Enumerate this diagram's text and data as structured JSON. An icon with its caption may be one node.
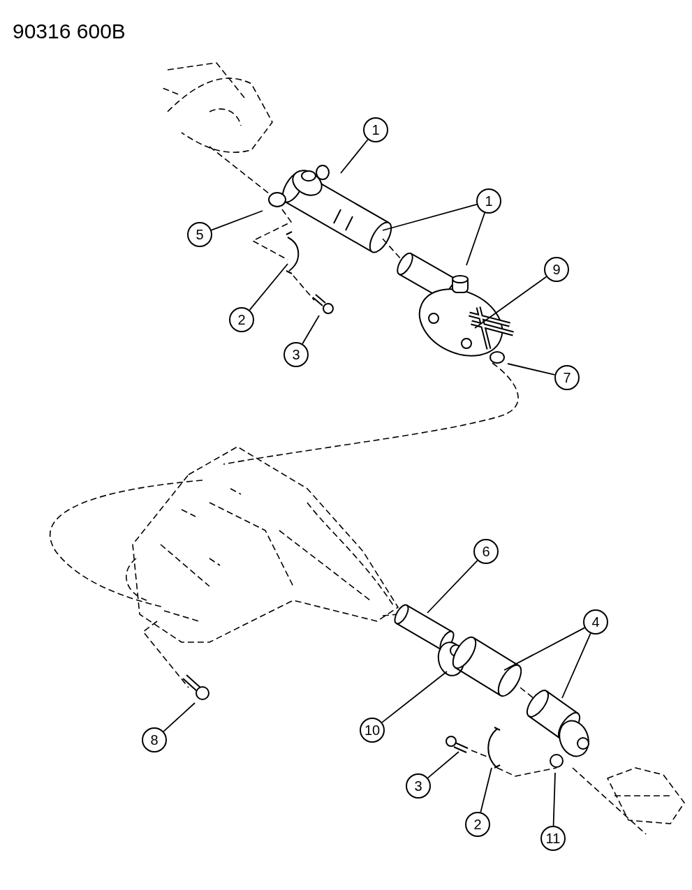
{
  "diagram": {
    "nodes": [
      {
        "text": [
          "1"
        ]
      },
      {
        "text": [
          "1"
        ]
      },
      {
        "text": [
          "5"
        ]
      },
      {
        "text": [
          "9"
        ]
      },
      {
        "text": [
          "2"
        ]
      },
      {
        "text": [
          "3"
        ]
      },
      {
        "text": [
          "7"
        ]
      },
      {
        "text": [
          "6"
        ]
      },
      {
        "text": [
          "4"
        ]
      },
      {
        "text": [
          "10"
        ]
      },
      {
        "text": [
          "8"
        ]
      },
      {
        "text": [
          "3"
        ]
      },
      {
        "text": [
          "2"
        ]
      },
      {
        "text": [
          "11"
        ]
      }
    ],
    "edges": [
      {
        "from": 0,
        "to": null,
        "arrow": "none"
      },
      {
        "from": 1,
        "to": null,
        "arrow": "none"
      },
      {
        "from": 1,
        "to": null,
        "arrow": "none"
      },
      {
        "from": 2,
        "to": null,
        "arrow": "none"
      },
      {
        "from": 3,
        "to": null,
        "arrow": "none"
      },
      {
        "from": 4,
        "to": null,
        "arrow": "none"
      },
      {
        "from": 5,
        "to": null,
        "arrow": "none"
      },
      {
        "from": 6,
        "to": null,
        "arrow": "none"
      },
      {
        "from": 7,
        "to": null,
        "arrow": "none"
      },
      {
        "from": 8,
        "to": null,
        "arrow": "none"
      },
      {
        "from": 8,
        "to": null,
        "arrow": "none"
      },
      {
        "from": 9,
        "to": null,
        "arrow": "none"
      },
      {
        "from": 10,
        "to": null,
        "arrow": "none"
      },
      {
        "from": 11,
        "to": null,
        "arrow": "none"
      },
      {
        "from": 12,
        "to": null,
        "arrow": "none"
      },
      {
        "from": 13,
        "to": null,
        "arrow": "none"
      }
    ],
    "labels": [
      "90316 600B"
    ]
  }
}
